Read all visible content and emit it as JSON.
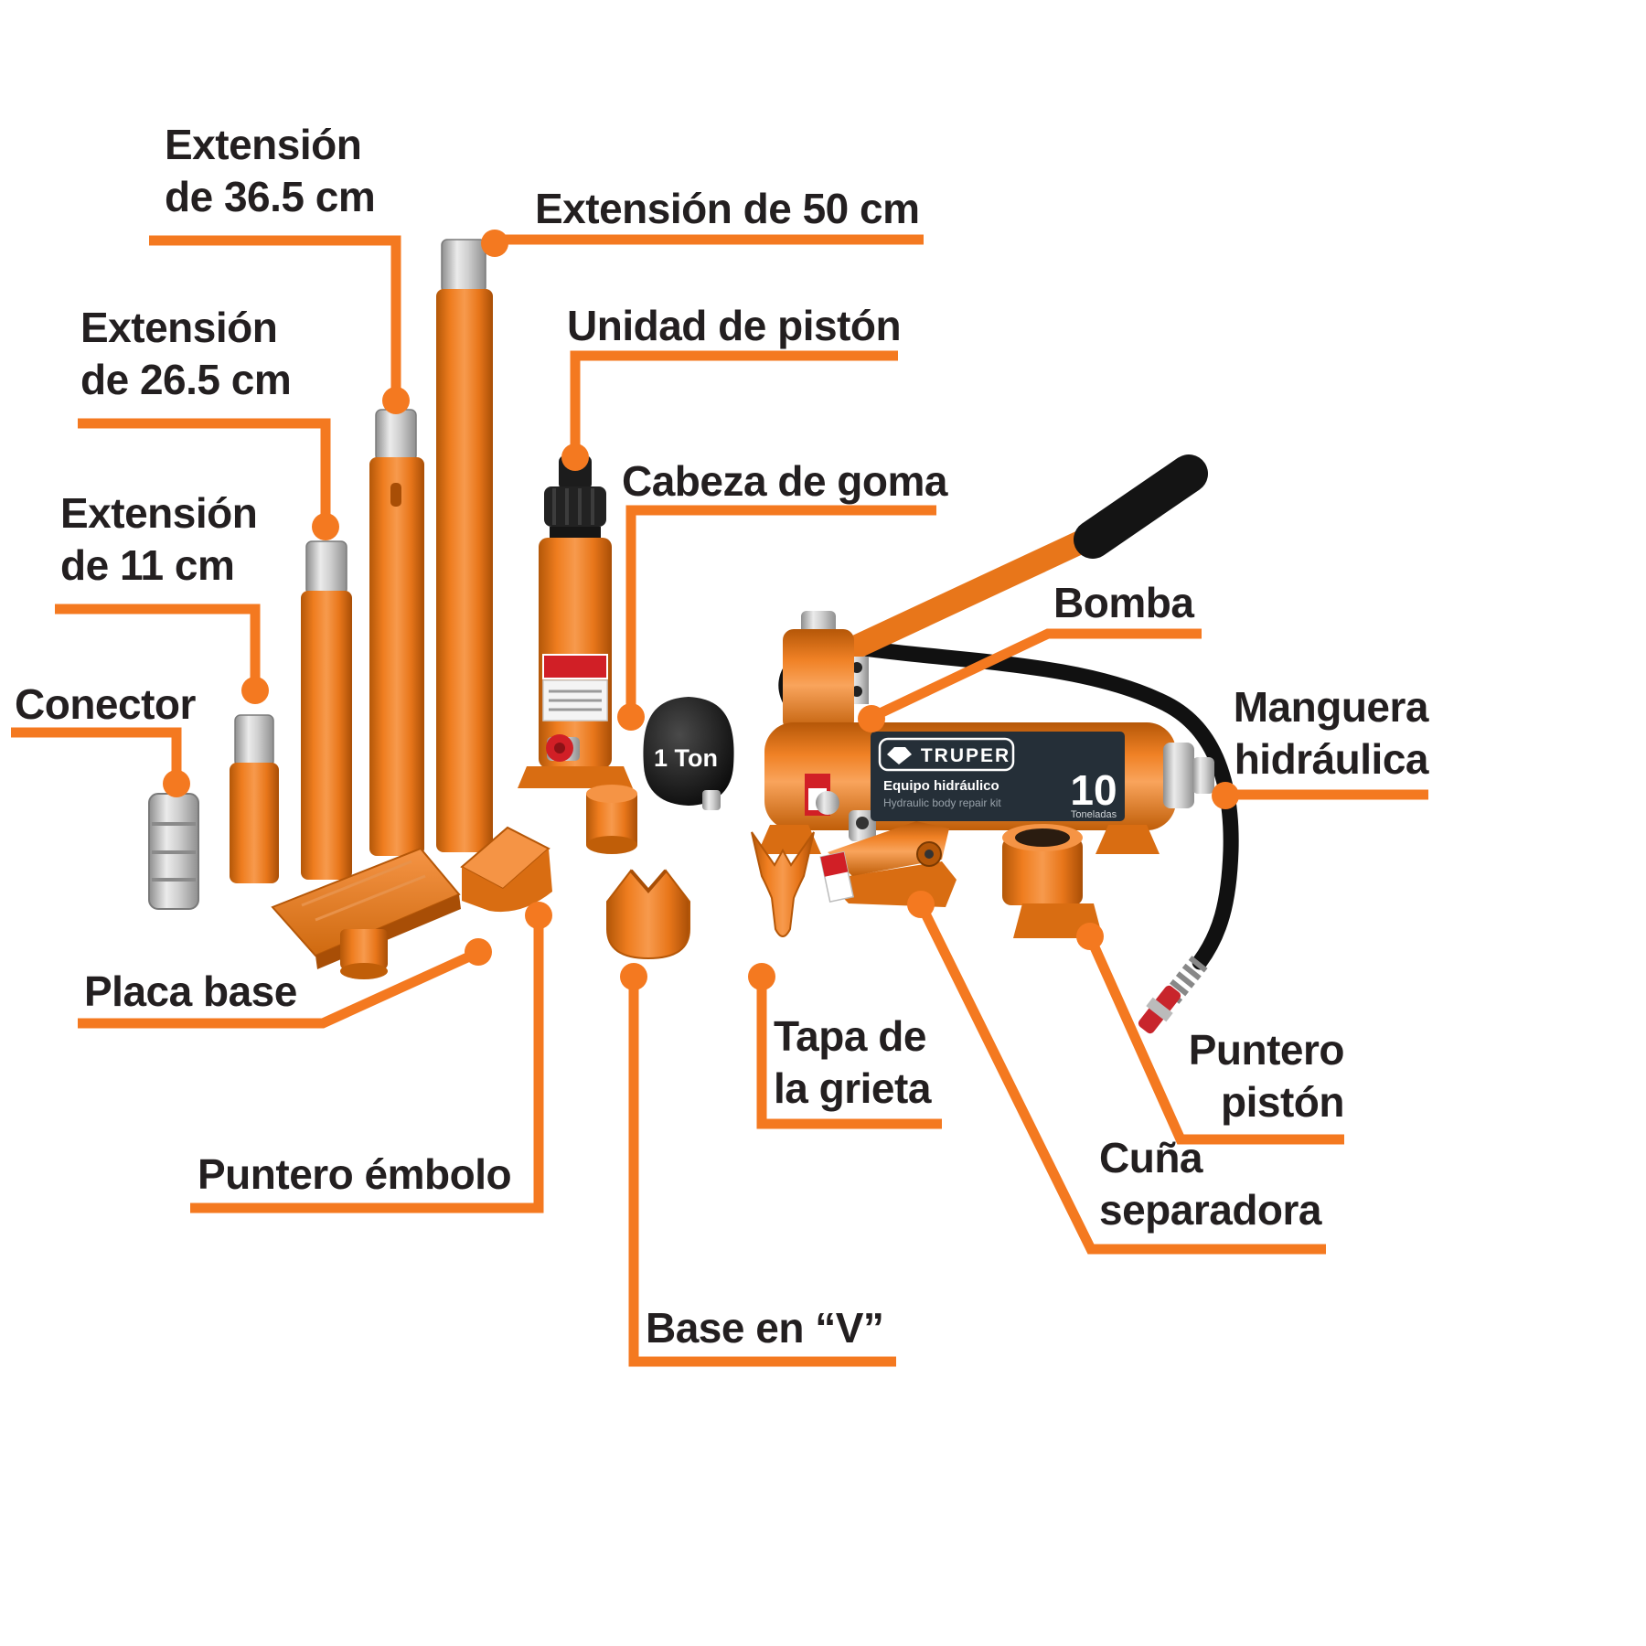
{
  "colors": {
    "accent": "#F47920",
    "text": "#231F20",
    "tool_orange": "#EE7B20",
    "black_parts": "#1B1B1B",
    "silver": "#C8C8C8",
    "pump_band": "#252F38",
    "warning_red": "#D11F26"
  },
  "labels": {
    "extension_365": "Extensión\nde 36.5 cm",
    "extension_50": "Extensión de 50 cm",
    "extension_265": "Extensión\nde 26.5 cm",
    "unidad_piston": "Unidad de pistón",
    "cabeza_goma": "Cabeza de goma",
    "extension_11": "Extensión\nde 11 cm",
    "conector": "Conector",
    "bomba": "Bomba",
    "manguera_hidraulica": "Manguera\nhidráulica",
    "placa_base": "Placa base",
    "tapa_grieta": "Tapa de\nla grieta",
    "puntero_piston": "Puntero\npistón",
    "puntero_embolo": "Puntero émbolo",
    "cuna_separadora": "Cuña\nseparadora",
    "base_v": "Base en “V”"
  },
  "product": {
    "brand": "TRUPER",
    "title_es": "Equipo hidráulico",
    "title_en": "Hydraulic body repair kit",
    "capacity_value": "10",
    "capacity_unit": "Toneladas",
    "rubber_head_rating": "1 Ton"
  }
}
